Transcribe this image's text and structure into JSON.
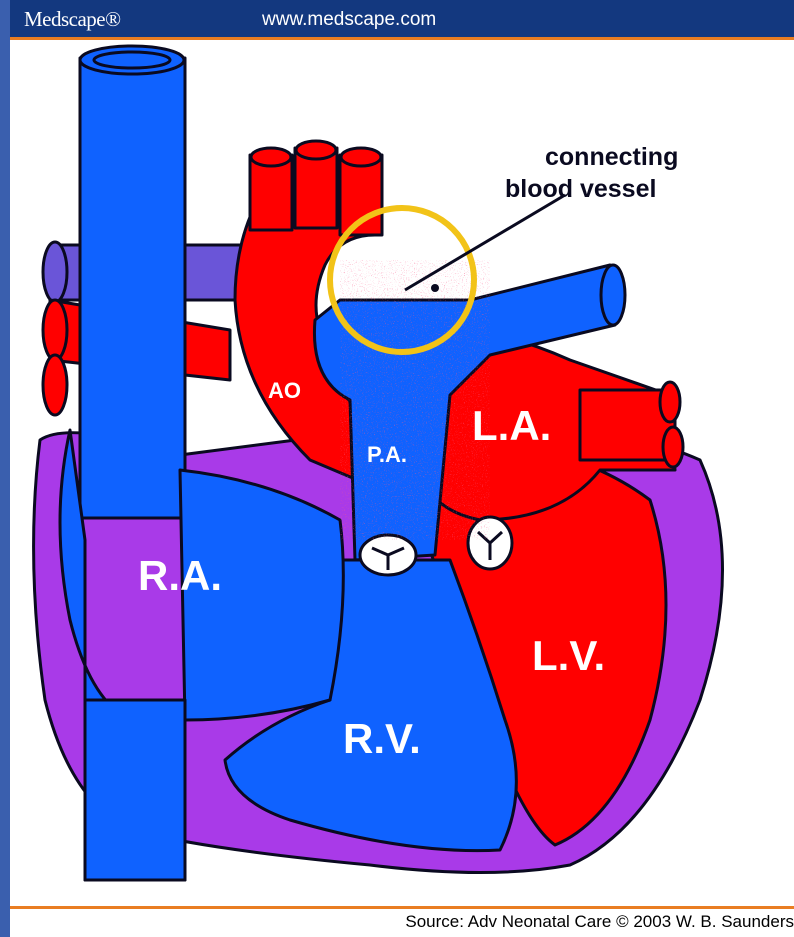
{
  "header": {
    "brand": "Medscape®",
    "url": "www.medscape.com"
  },
  "diagram": {
    "labels": {
      "ao": "AO",
      "pa": "P.A.",
      "la": "L.A.",
      "ra": "R.A.",
      "lv": "L.V.",
      "rv": "R.V.",
      "connecting_line1": "connecting",
      "connecting_line2": "blood vessel"
    },
    "colors": {
      "oxygenated": "#ff0000",
      "deoxygenated": "#0f62ff",
      "myocardium": "#a93ae8",
      "highlight": "#f2c318",
      "outline": "#0a0a20"
    }
  },
  "footer": {
    "source": "Source: Adv Neonatal Care © 2003 W. B. Saunders"
  }
}
